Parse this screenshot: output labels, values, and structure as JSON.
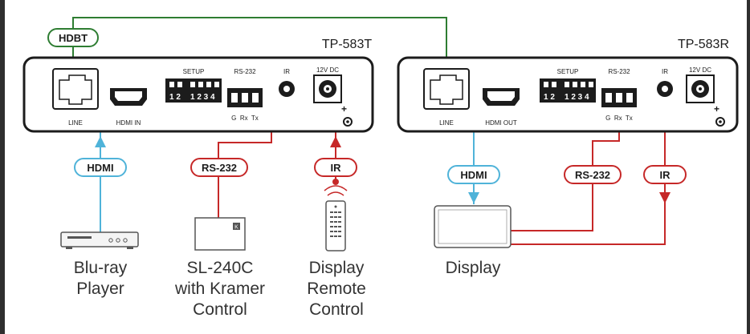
{
  "colors": {
    "hdbt": "#2e7d32",
    "hdmi": "#4fb3d9",
    "rs232": "#c62828",
    "ir": "#c62828",
    "device": "#1c1c1c"
  },
  "tx": {
    "model": "TP-583T",
    "ports": {
      "line": "LINE",
      "hdmi": "HDMI IN",
      "setup": "SETUP",
      "rs232": "RS-232",
      "rs232_pins": "G  Rx  Tx",
      "ir": "IR",
      "power": "12V DC"
    }
  },
  "rx": {
    "model": "TP-583R",
    "ports": {
      "line": "LINE",
      "hdmi": "HDMI OUT",
      "setup": "SETUP",
      "rs232": "RS-232",
      "rs232_pins": "G  Rx  Tx",
      "ir": "IR",
      "power": "12V DC"
    }
  },
  "badges": {
    "hdbt": "HDBT",
    "tx_hdmi": "HDMI",
    "tx_rs232": "RS-232",
    "tx_ir": "IR",
    "rx_hdmi": "HDMI",
    "rx_rs232": "RS-232",
    "rx_ir": "IR"
  },
  "devices": {
    "bluray": [
      "Blu-ray",
      "Player"
    ],
    "sl240c": [
      "SL-240C",
      "with Kramer",
      "Control"
    ],
    "remote": [
      "Display",
      "Remote",
      "Control"
    ],
    "display": [
      "Display"
    ]
  }
}
